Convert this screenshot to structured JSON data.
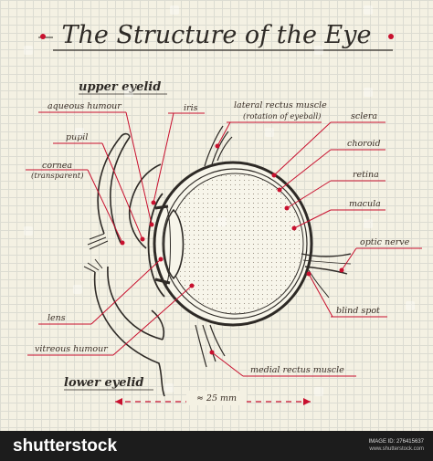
{
  "title": "The Structure of the Eye",
  "eyelids": {
    "upper": "upper eyelid",
    "lower": "lower eyelid"
  },
  "labels": {
    "aqueous_humour": "aqueous humour",
    "iris": "iris",
    "lateral_rectus": "lateral rectus muscle",
    "lateral_rectus_note": "(rotation of eyeball)",
    "sclera": "sclera",
    "pupil": "pupil",
    "choroid": "choroid",
    "cornea": "cornea",
    "cornea_note": "(transparent)",
    "retina": "retina",
    "macula": "macula",
    "optic_nerve": "optic nerve",
    "lens": "lens",
    "blind_spot": "blind spot",
    "vitreous_humour": "vitreous humour",
    "medial_rectus": "medial rectus muscle"
  },
  "scale": "≈ 25 mm",
  "footer": {
    "brand": "shutterstock",
    "image_id": "IMAGE ID: 276415637",
    "site": "www.shutterstock.com"
  },
  "colors": {
    "accent": "#c8102e",
    "ink": "#2e2a26",
    "paper": "#f4f1e3"
  }
}
